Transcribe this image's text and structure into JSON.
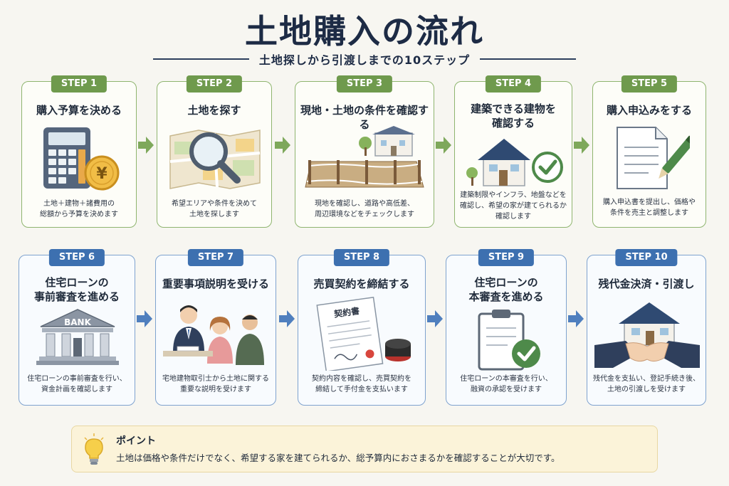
{
  "title": "土地購入の流れ",
  "subtitle": "土地探しから引渡しまでの10ステップ",
  "steps": [
    {
      "badge": "STEP 1",
      "title_lines": [
        "購入予算を決める"
      ],
      "desc_lines": [
        "土地＋建物＋諸費用の",
        "総額から予算を決めます"
      ]
    },
    {
      "badge": "STEP 2",
      "title_lines": [
        "土地を探す"
      ],
      "desc_lines": [
        "希望エリアや条件を決めて",
        "土地を探します"
      ]
    },
    {
      "badge": "STEP 3",
      "title_lines": [
        "現地・土地の条件を確認する"
      ],
      "desc_lines": [
        "現地を確認し、道路や高低差、",
        "周辺環境などをチェックします"
      ]
    },
    {
      "badge": "STEP 4",
      "title_lines": [
        "建築できる建物を",
        "確認する"
      ],
      "desc_lines": [
        "建築制限やインフラ、地盤などを",
        "確認し、希望の家が建てられるか",
        "確認します"
      ]
    },
    {
      "badge": "STEP 5",
      "title_lines": [
        "購入申込みをする"
      ],
      "desc_lines": [
        "購入申込書を提出し、価格や",
        "条件を売主と調整します"
      ]
    },
    {
      "badge": "STEP 6",
      "title_lines": [
        "住宅ローンの",
        "事前審査を進める"
      ],
      "desc_lines": [
        "住宅ローンの事前審査を行い、",
        "資金計画を確認します"
      ]
    },
    {
      "badge": "STEP 7",
      "title_lines": [
        "重要事項説明を受ける"
      ],
      "desc_lines": [
        "宅地建物取引士から土地に関する",
        "重要な説明を受けます"
      ]
    },
    {
      "badge": "STEP 8",
      "title_lines": [
        "売買契約を締結する"
      ],
      "desc_lines": [
        "契約内容を確認し、売買契約を",
        "締結して手付金を支払います"
      ]
    },
    {
      "badge": "STEP 9",
      "title_lines": [
        "住宅ローンの",
        "本審査を進める"
      ],
      "desc_lines": [
        "住宅ローンの本審査を行い、",
        "融資の承認を受けます"
      ]
    },
    {
      "badge": "STEP 10",
      "title_lines": [
        "残代金決済・引渡し"
      ],
      "desc_lines": [
        "残代金を支払い、登記手続き後、",
        "土地の引渡しを受けます"
      ]
    }
  ],
  "illustration_text": {
    "yen": "¥",
    "bank": "BANK",
    "contract": "契約書"
  },
  "point": {
    "title": "ポイント",
    "text": "土地は価格や条件だけでなく、希望する家を建てられるか、総予算内におさまるかを確認することが大切です。"
  },
  "colors": {
    "green": "#6f9a4d",
    "blue": "#3d70b0",
    "navy": "#1d2b45"
  }
}
